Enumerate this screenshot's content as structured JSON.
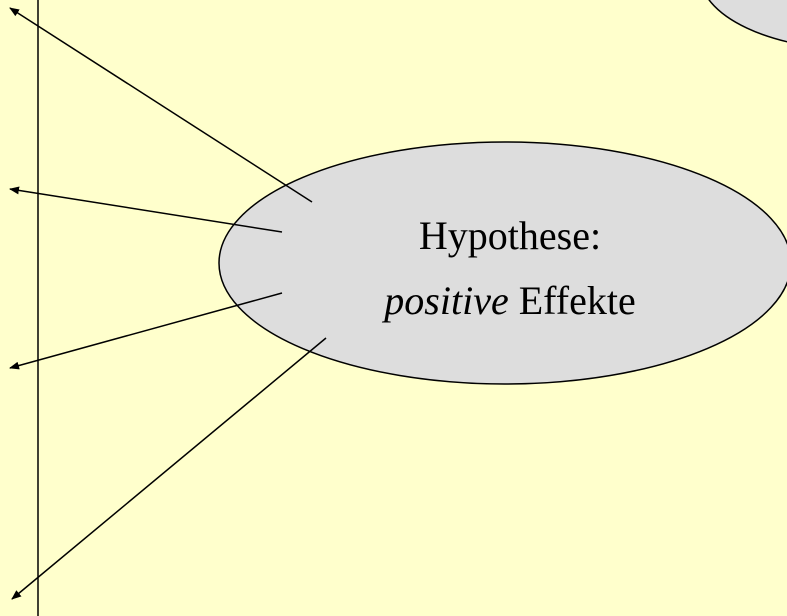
{
  "colors": {
    "background": "#ffffcc",
    "ellipse_fill": "#dddddd",
    "stroke": "#000000"
  },
  "hypothesis_ellipse": {
    "line1": "Hypothese:",
    "line2_italic": "positive",
    "line2_rest": " Effekte"
  }
}
